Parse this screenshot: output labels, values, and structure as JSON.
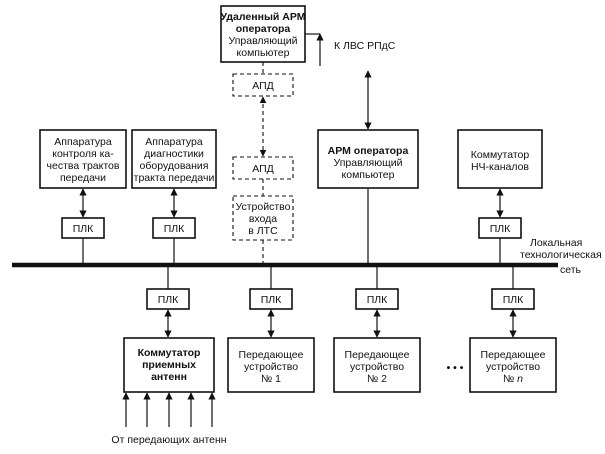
{
  "remote_arm": {
    "line1": "Удаленный АРМ",
    "line2": "оператора",
    "line3": "Управляющий",
    "line4": "компьютер"
  },
  "apd_top": "АПД",
  "apd_bottom": "АПД",
  "input_device": {
    "line1": "Устройство",
    "line2": "входа",
    "line3": "в ЛТС"
  },
  "lan_link_label": "К ЛВС РПдС",
  "quality_control": {
    "line1": "Аппаратура",
    "line2": "контроля ка-",
    "line3": "чества трактов",
    "line4": "передачи"
  },
  "diagnostics": {
    "line1": "Аппаратура",
    "line2": "диагностики",
    "line3": "оборудования",
    "line4": "тракта передачи"
  },
  "operator_arm": {
    "line1": "АРМ оператора",
    "line2": "Управляющий",
    "line3": "компьютер"
  },
  "lf_switch": {
    "line1": "Коммутатор",
    "line2": "НЧ-каналов"
  },
  "plc_label": "ПЛК",
  "local_network": {
    "line1": "Локальная",
    "line2": "технологическая",
    "line3": "сеть"
  },
  "rx_switch": {
    "line1": "Коммутатор",
    "line2": "приемных",
    "line3": "антенн"
  },
  "tx1": {
    "line1": "Передающее",
    "line2": "устройство",
    "line3": "№ 1"
  },
  "tx2": {
    "line1": "Передающее",
    "line2": "устройство",
    "line3": "№ 2"
  },
  "txn": {
    "line1": "Передающее",
    "line2": "устройство",
    "line3_prefix": "№ ",
    "line3_var": "n"
  },
  "ellipsis": "• • •",
  "antennas_label": "От передающих антенн"
}
